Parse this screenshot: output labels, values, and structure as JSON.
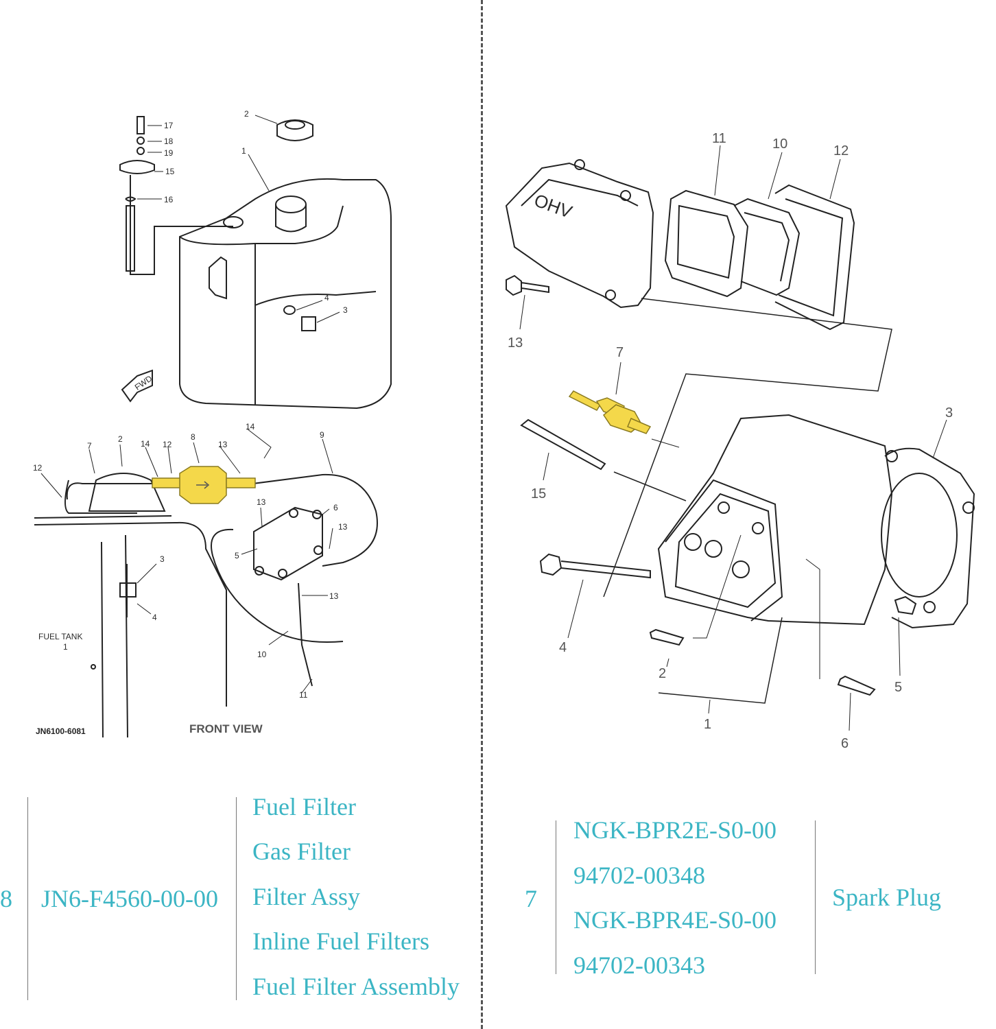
{
  "left_diagram": {
    "callouts": [
      "17",
      "18",
      "19",
      "15",
      "16",
      "2",
      "1",
      "4",
      "3",
      "14",
      "12",
      "8",
      "13",
      "9",
      "7",
      "2",
      "12",
      "14",
      "13",
      "6",
      "5",
      "13",
      "13",
      "3",
      "4",
      "10",
      "11",
      "1"
    ],
    "fwd_label": "FWD",
    "fuel_tank_label": "FUEL TANK",
    "fuel_tank_num": "1",
    "front_view_label": "FRONT VIEW",
    "drawing_code": "JN6100-6081"
  },
  "right_diagram": {
    "callouts": [
      "11",
      "10",
      "12",
      "13",
      "7",
      "3",
      "15",
      "4",
      "2",
      "5",
      "1",
      "6"
    ],
    "cover_text": "OHV"
  },
  "highlight_color": "#f4d84a",
  "accent_color": "#3bb5c4",
  "left_table": {
    "number": "8",
    "part_number": "JN6-F4560-00-00",
    "names": [
      "Fuel Filter",
      "Gas Filter",
      "Filter Assy",
      "Inline Fuel Filters",
      "Fuel Filter Assembly"
    ]
  },
  "right_table": {
    "number": "7",
    "part_numbers": [
      "NGK-BPR2E-S0-00",
      "94702-00348",
      "NGK-BPR4E-S0-00",
      "94702-00343"
    ],
    "name": "Spark Plug"
  }
}
